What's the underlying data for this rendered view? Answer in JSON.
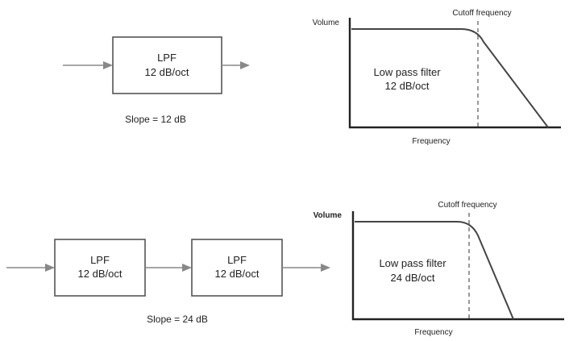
{
  "colors": {
    "background": "#ffffff",
    "line": "#444444",
    "wire": "#888888",
    "text": "#222222"
  },
  "top": {
    "filters": [
      {
        "name": "LPF",
        "rate": "12 dB/oct"
      }
    ],
    "slope_label": "Slope = 12 dB",
    "plot": {
      "y_label": "Volume",
      "x_label": "Frequency",
      "cutoff_label": "Cutoff frequency",
      "filter_label": "Low pass filter",
      "filter_rate": "12 dB/oct"
    }
  },
  "bottom": {
    "filters": [
      {
        "name": "LPF",
        "rate": "12 dB/oct"
      },
      {
        "name": "LPF",
        "rate": "12 dB/oct"
      }
    ],
    "slope_label": "Slope = 24 dB",
    "plot": {
      "y_label": "Volume",
      "x_label": "Frequency",
      "cutoff_label": "Cutoff frequency",
      "filter_label": "Low pass filter",
      "filter_rate": "24 dB/oct"
    }
  }
}
